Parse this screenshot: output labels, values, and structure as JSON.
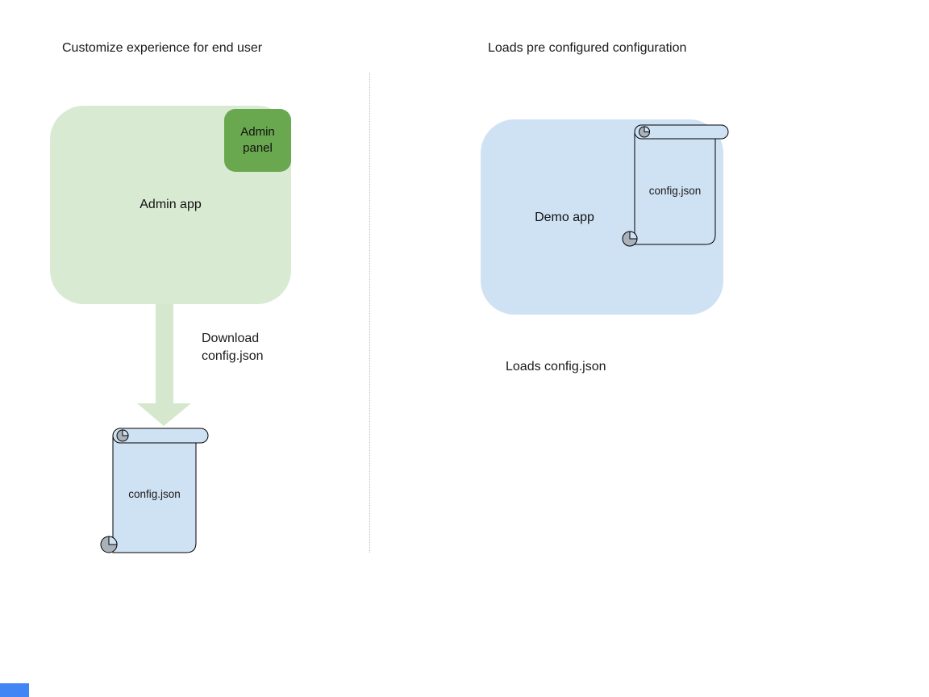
{
  "left_panel": {
    "title": "Customize experience for end user",
    "admin_app_label": "Admin app",
    "admin_panel_label": "Admin\npanel",
    "download_label": "Download\nconfig.json",
    "config_file_label": "config.json"
  },
  "right_panel": {
    "title": "Loads pre configured configuration",
    "demo_app_label": "Demo app",
    "config_file_label": "config.json",
    "caption": "Loads config.json"
  },
  "colors": {
    "background": "#ffffff",
    "admin_app_fill": "#d9ead3",
    "admin_panel_fill": "#6aa84f",
    "arrow_fill": "#d5e8cd",
    "file_fill": "#cfe2f3",
    "demo_app_fill": "#cfe2f3",
    "scroll_curl": "#a9b2ba",
    "outline": "#000000",
    "divider": "#b7b7b7",
    "corner_marker": "#4285f4",
    "text": "#111111"
  }
}
